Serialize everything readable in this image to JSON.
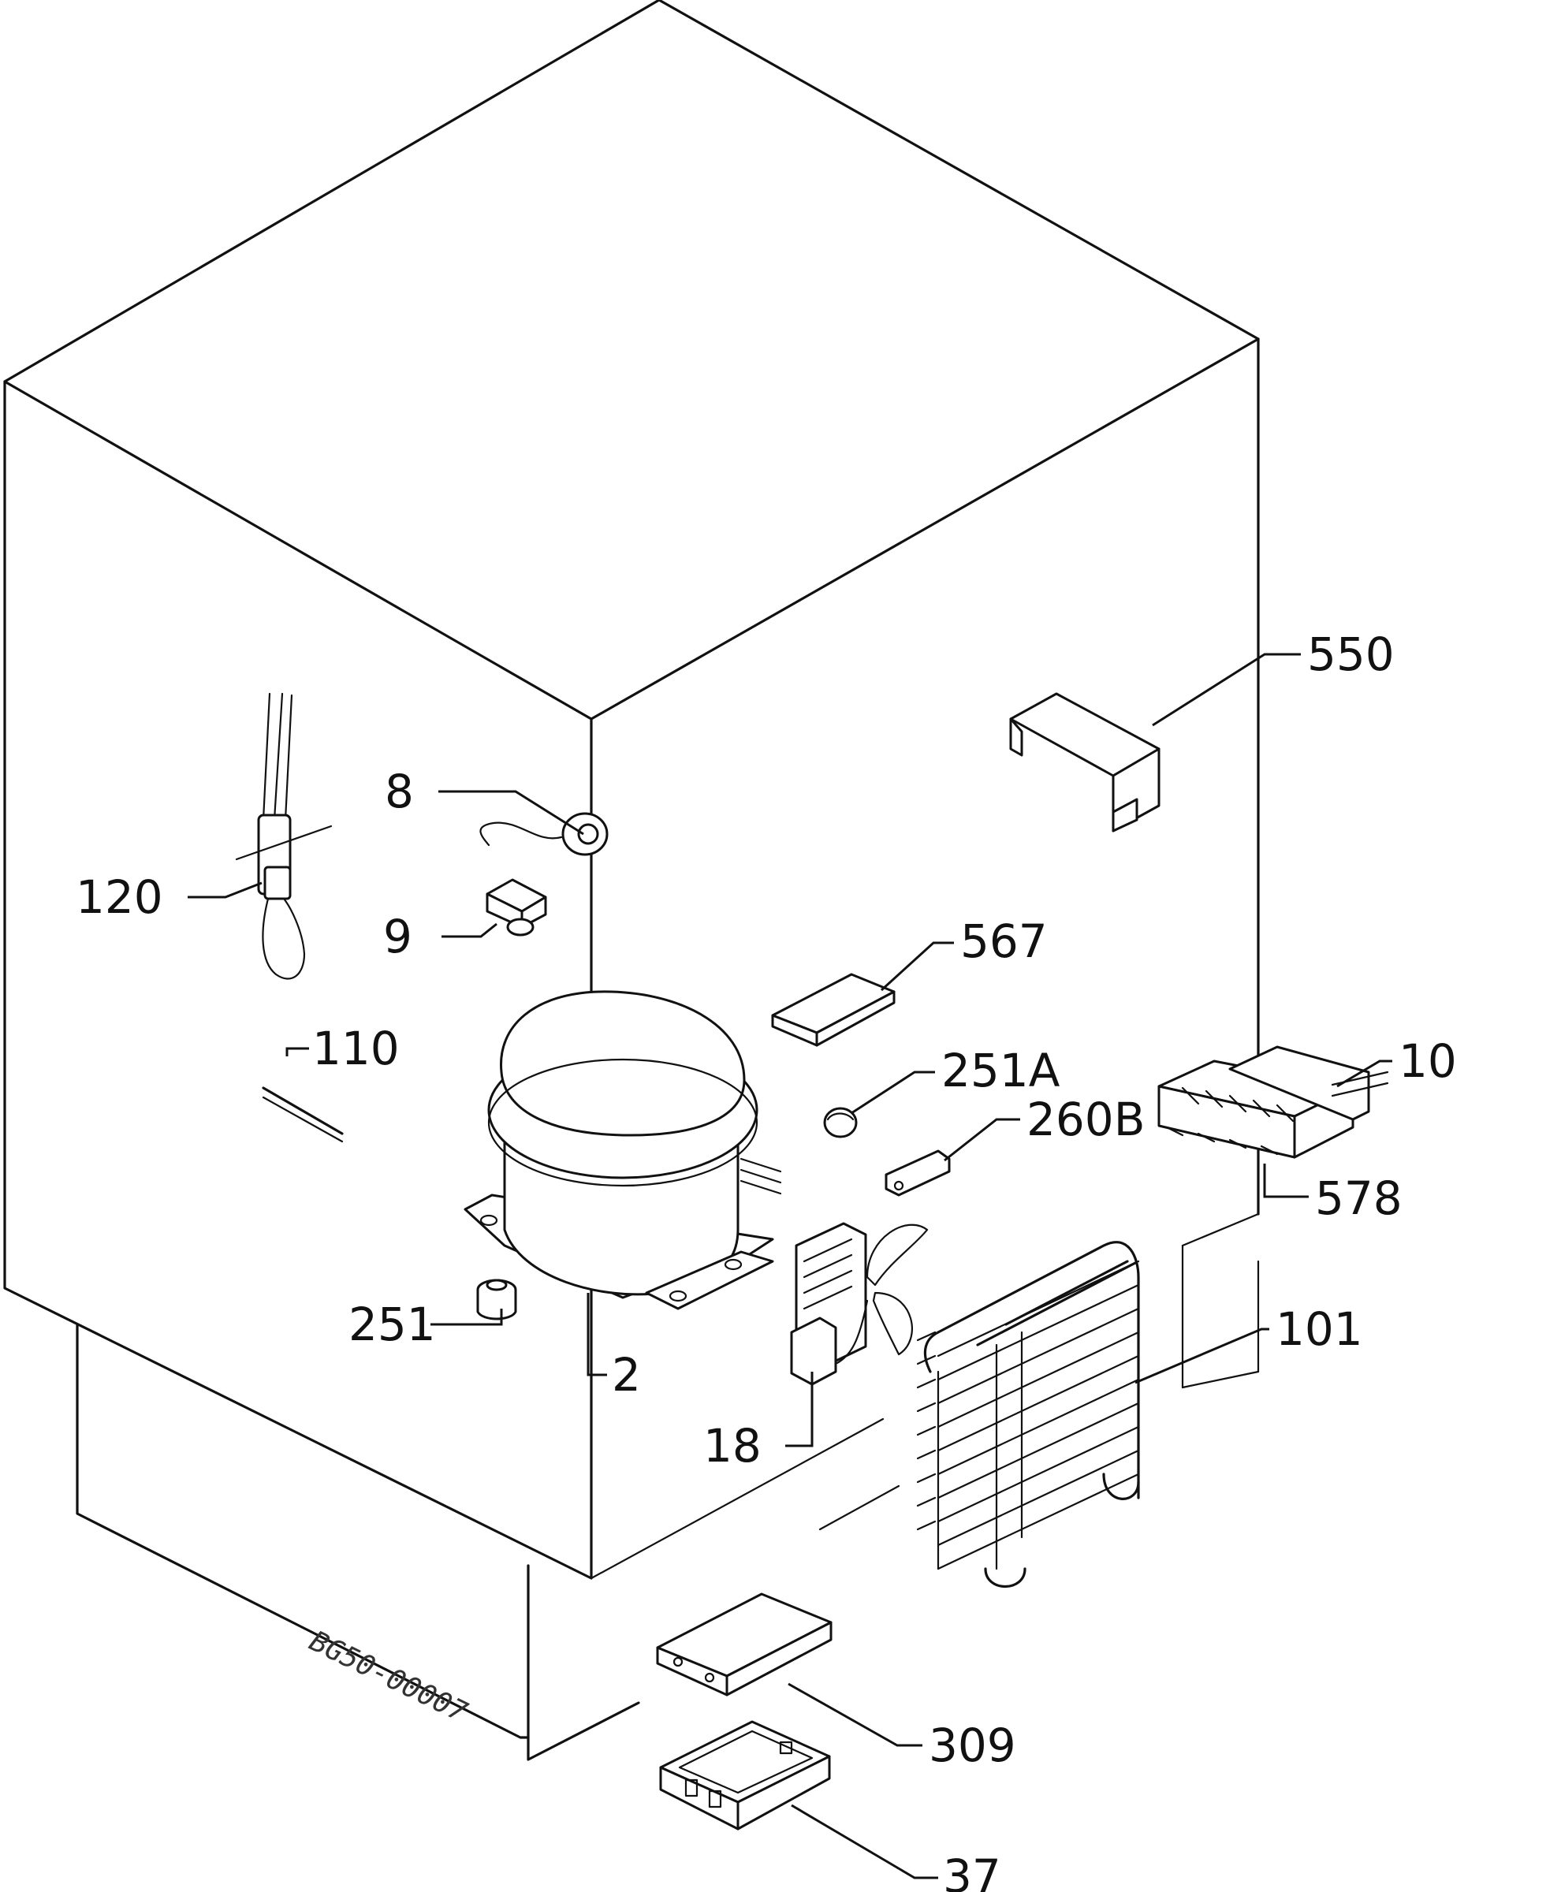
{
  "drawing_code": "BG50-00007",
  "callouts": [
    {
      "id": "550",
      "text": "550"
    },
    {
      "id": "8",
      "text": "8"
    },
    {
      "id": "120",
      "text": "120"
    },
    {
      "id": "9",
      "text": "9"
    },
    {
      "id": "567",
      "text": "567"
    },
    {
      "id": "110",
      "text": "110"
    },
    {
      "id": "251A",
      "text": "251A"
    },
    {
      "id": "10",
      "text": "10"
    },
    {
      "id": "260B",
      "text": "260B"
    },
    {
      "id": "578",
      "text": "578"
    },
    {
      "id": "251",
      "text": "251"
    },
    {
      "id": "101",
      "text": "101"
    },
    {
      "id": "2",
      "text": "2"
    },
    {
      "id": "18",
      "text": "18"
    },
    {
      "id": "309",
      "text": "309"
    },
    {
      "id": "37",
      "text": "37"
    }
  ]
}
